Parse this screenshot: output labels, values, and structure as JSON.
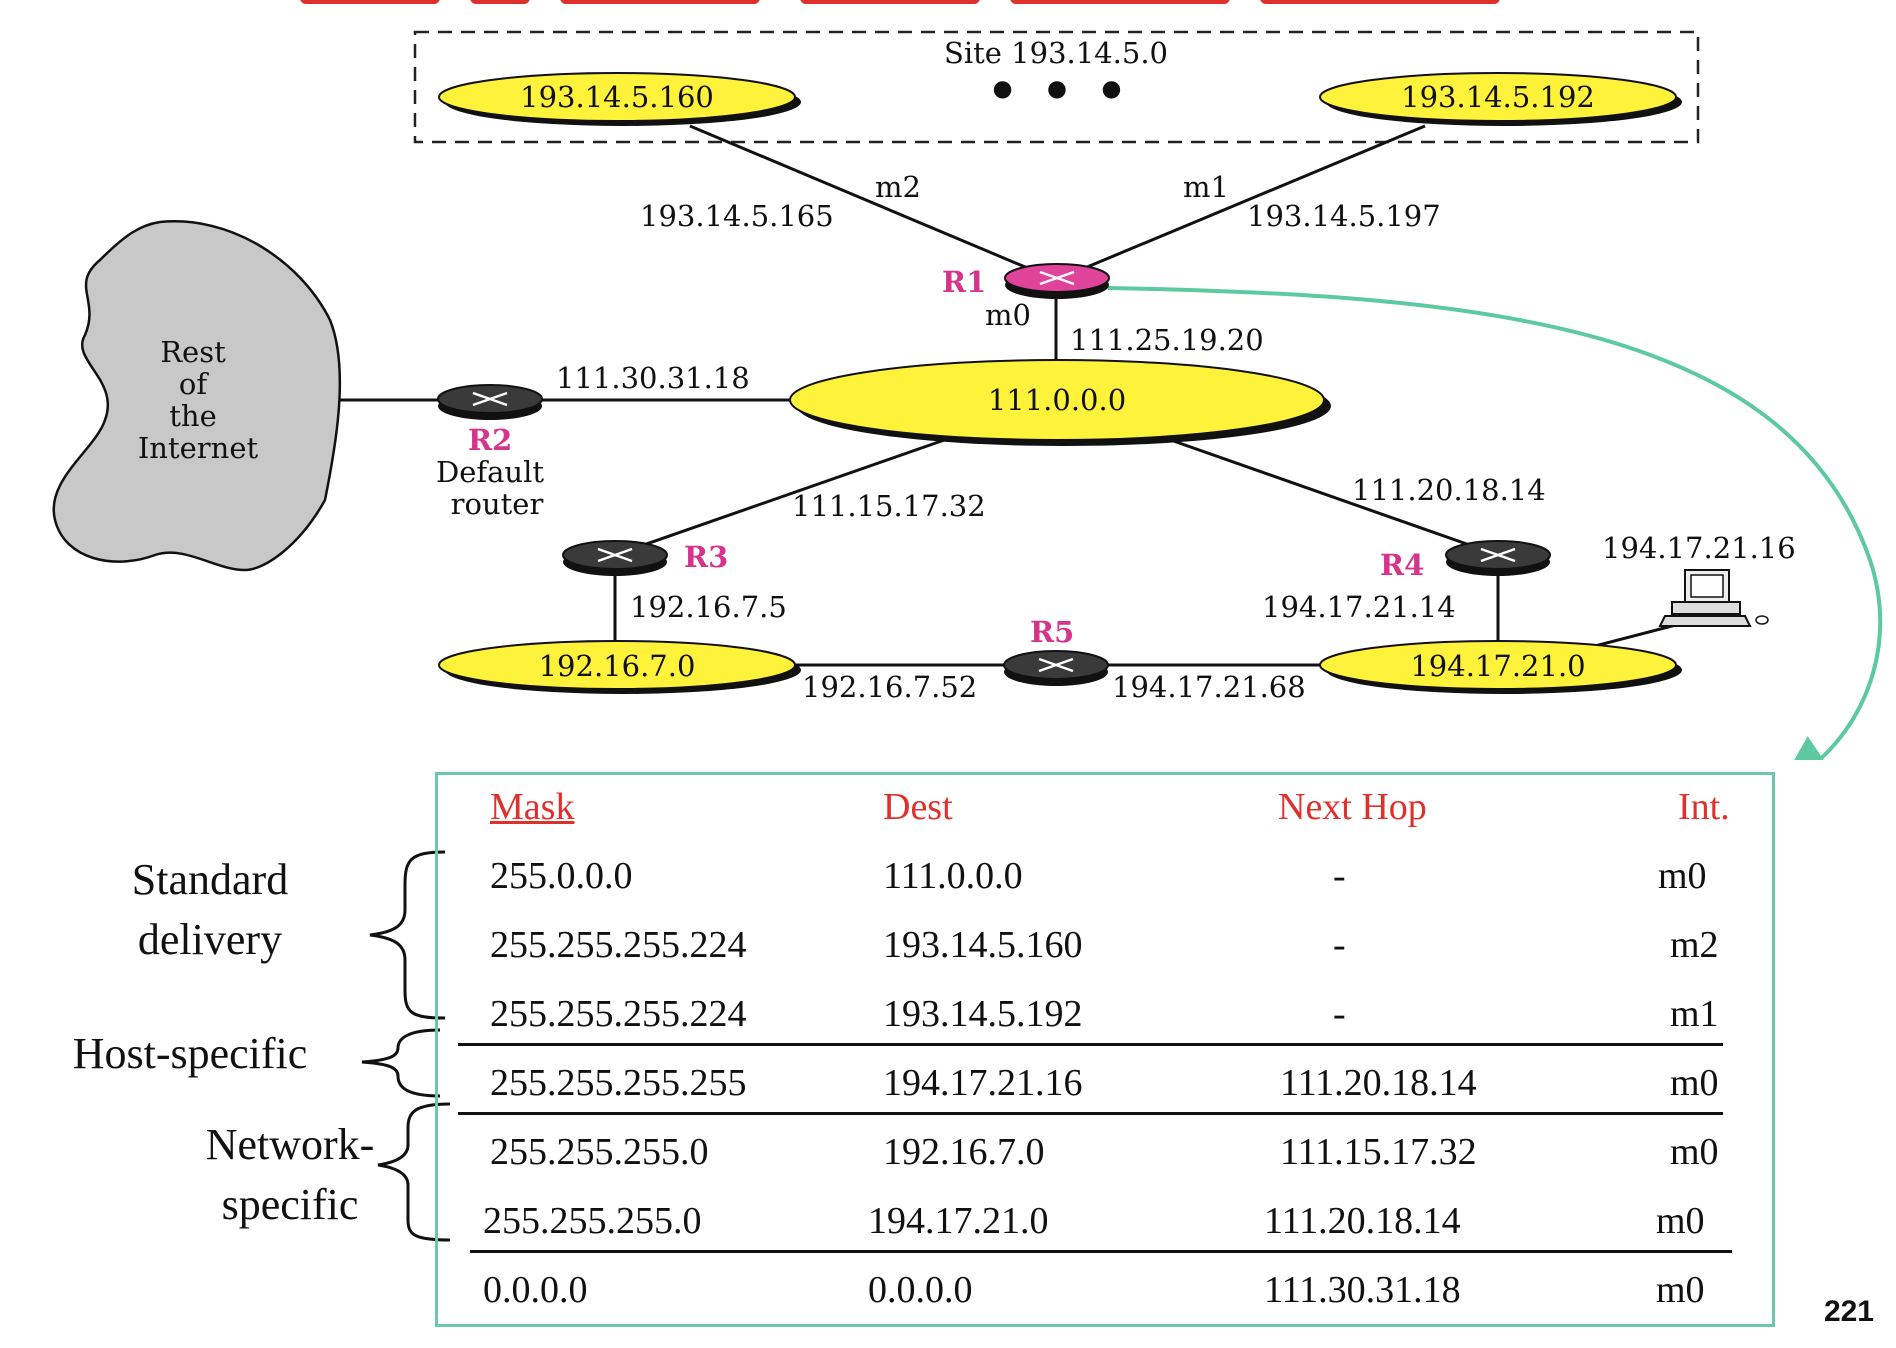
{
  "diagram": {
    "site_label": "Site 193.14.5.0",
    "site_dots": "• • •",
    "networks": {
      "site_left": "193.14.5.160",
      "site_right": "193.14.5.192",
      "backbone": "111.0.0.0",
      "left_lan": "192.16.7.0",
      "right_lan": "194.17.21.0"
    },
    "interfaces": {
      "m2": "m2",
      "m1": "m1",
      "m0": "m0",
      "r1_m2_ip": "193.14.5.165",
      "r1_m1_ip": "193.14.5.197",
      "r1_m0_ip": "111.25.19.20",
      "r2_ip": "111.30.31.18",
      "r3_backbone_ip": "111.15.17.32",
      "r4_backbone_ip": "111.20.18.14",
      "r3_lan_ip": "192.16.7.5",
      "r4_lan_ip": "194.17.21.14",
      "r5_left_ip": "192.16.7.52",
      "r5_right_ip": "194.17.21.68",
      "host_ip": "194.17.21.16"
    },
    "routers": {
      "r1": "R1",
      "r2": "R2",
      "r3": "R3",
      "r4": "R4",
      "r5": "R5"
    },
    "r2_caption_line1": "Default",
    "r2_caption_line2": "router",
    "cloud_lines": [
      "Rest",
      "of",
      "the",
      "Internet"
    ],
    "colors": {
      "network_fill": "#fff23a",
      "r1_fill": "#e0449a",
      "router_fill": "#3a3a3a",
      "router_label": "#d6338a",
      "arrow": "#5cc9a0",
      "cloud": "#c8c8c8"
    }
  },
  "table": {
    "headers": {
      "mask": "Mask",
      "dest": "Dest",
      "next": "Next Hop",
      "int": "Int."
    },
    "rows": [
      {
        "mask": "255.0.0.0",
        "dest": "111.0.0.0",
        "next": "-",
        "int": "m0"
      },
      {
        "mask": "255.255.255.224",
        "dest": "193.14.5.160",
        "next": "-",
        "int": "m2"
      },
      {
        "mask": "255.255.255.224",
        "dest": "193.14.5.192",
        "next": "-",
        "int": "m1"
      },
      {
        "mask": "255.255.255.255",
        "dest": "194.17.21.16",
        "next": "111.20.18.14",
        "int": "m0"
      },
      {
        "mask": "255.255.255.0",
        "dest": "192.16.7.0",
        "next": "111.15.17.32",
        "int": "m0"
      },
      {
        "mask": "255.255.255.0",
        "dest": "194.17.21.0",
        "next": "111.20.18.14",
        "int": "m0"
      },
      {
        "mask": "0.0.0.0",
        "dest": "0.0.0.0",
        "next": "111.30.31.18",
        "int": "m0"
      }
    ]
  },
  "groups": {
    "standard_line1": "Standard",
    "standard_line2": "delivery",
    "host_specific": "Host-specific",
    "network_line1": "Network-",
    "network_line2": "specific"
  },
  "page_number": "221"
}
